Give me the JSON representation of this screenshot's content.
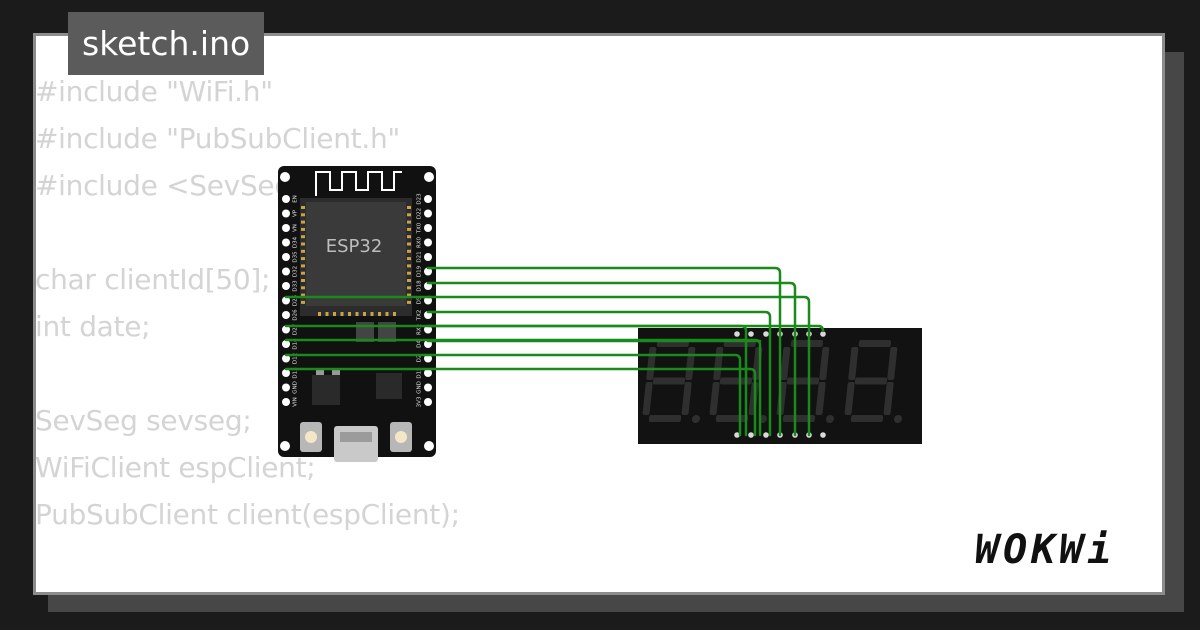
{
  "window": {
    "filename": "sketch.ino"
  },
  "code": {
    "lines": [
      "#include \"WiFi.h\"",
      "#include \"PubSubClient.h\"",
      "#include <SevSeg.h>",
      "",
      "char clientId[50];",
      "int date;",
      "",
      "SevSeg sevseg;",
      "WiFiClient espClient;",
      "PubSubClient client(espClient);"
    ]
  },
  "circuit": {
    "board_label": "ESP32",
    "left_pins": [
      "EN",
      "VP",
      "VN",
      "D34",
      "D35",
      "D32",
      "D33",
      "D25",
      "D26",
      "D27",
      "D14",
      "D12",
      "D13",
      "GND",
      "VIN"
    ],
    "right_pins": [
      "D23",
      "D22",
      "TX0",
      "RX0",
      "D21",
      "D19",
      "D18",
      "D5",
      "TX2",
      "RX2",
      "D4",
      "D2",
      "D15",
      "GND",
      "3V3"
    ],
    "display_digits": [
      "8",
      "8",
      "8",
      "8"
    ],
    "wire_color": "#1a8a1a",
    "segment_off_color": "#2f2f2f"
  },
  "brand": {
    "name": "WOKWi"
  },
  "colors": {
    "background": "#1b1b1b",
    "card": "#ffffff",
    "tab": "#5b5b5b",
    "code_text": "#d4d4d4"
  }
}
